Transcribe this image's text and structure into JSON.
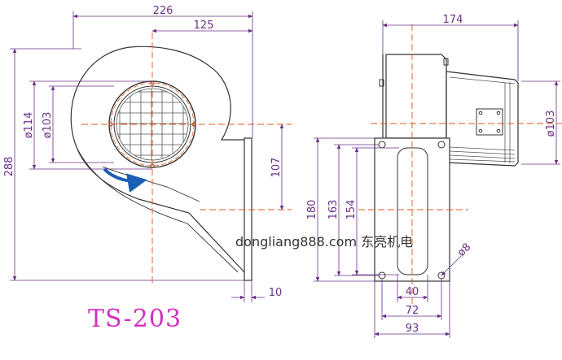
{
  "model": "TS-203",
  "watermark": "dongliang888.com 东亮机电",
  "colors": {
    "outline": "#333333",
    "dimension": "#6a2f88",
    "centerline": "#e0571a",
    "model": "#d22fc0"
  },
  "front_view": {
    "width": "226",
    "inlet_offset": "125",
    "height": "288",
    "outer_dia": "ø114",
    "inner_dia": "ø103",
    "outlet_height": "107",
    "flange_thickness": "10"
  },
  "side_view": {
    "width": "174",
    "motor_dia": "ø103",
    "flange_height": "180",
    "hole_spacing_v": "163",
    "slot_height": "154",
    "slot_width": "40",
    "hole_spacing_h": "72",
    "base_width": "93",
    "hole_dia": "ø8"
  }
}
